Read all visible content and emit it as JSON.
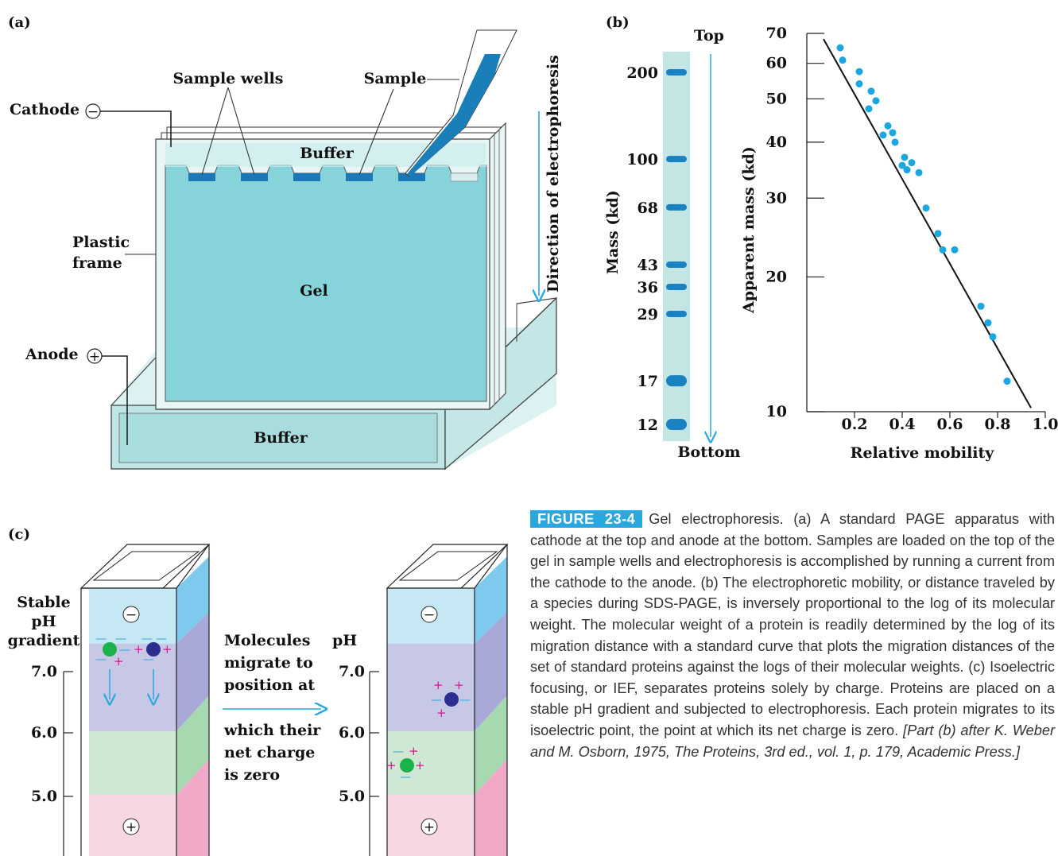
{
  "panel_a": {
    "label": "(a)",
    "cathode": "Cathode",
    "anode": "Anode",
    "minus_sign": "−",
    "plus_sign": "+",
    "sample_wells": "Sample wells",
    "sample": "Sample",
    "buffer_top": "Buffer",
    "buffer_bottom": "Buffer",
    "gel": "Gel",
    "plastic_frame_line1": "Plastic",
    "plastic_frame_line2": "frame",
    "direction": "Direction of electrophoresis"
  },
  "panel_b": {
    "label": "(b)",
    "top": "Top",
    "bottom": "Bottom",
    "mass_axis": "Mass (kd)",
    "bands": [
      200,
      100,
      68,
      43,
      36,
      29,
      17,
      12
    ]
  },
  "panel_c": {
    "label": "(c)",
    "stable_line1": "Stable",
    "stable_line2": "pH",
    "stable_line3": "gradient",
    "ph_label": "pH",
    "ticks": [
      "7.0",
      "6.0",
      "5.0"
    ],
    "arrow_text": [
      "Molecules",
      "migrate to",
      "position at",
      "which their",
      "net charge",
      "is zero"
    ],
    "minus_sign": "−",
    "plus_sign": "+"
  },
  "chart_data": {
    "type": "scatter",
    "title": "",
    "xlabel": "Relative mobility",
    "ylabel": "Apparent mass (kd)",
    "xlim": [
      0,
      1.0
    ],
    "ylim": [
      10,
      70
    ],
    "y_scale": "log",
    "x_ticks": [
      "0.2",
      "0.4",
      "0.6",
      "0.8",
      "1.0"
    ],
    "y_ticks": [
      70,
      60,
      50,
      40,
      30,
      20,
      10
    ],
    "points": [
      [
        0.14,
        65
      ],
      [
        0.15,
        61
      ],
      [
        0.22,
        57.5
      ],
      [
        0.22,
        54
      ],
      [
        0.27,
        52
      ],
      [
        0.26,
        47.5
      ],
      [
        0.29,
        49.5
      ],
      [
        0.32,
        41.5
      ],
      [
        0.34,
        43.5
      ],
      [
        0.36,
        42
      ],
      [
        0.37,
        40
      ],
      [
        0.41,
        37
      ],
      [
        0.4,
        35.5
      ],
      [
        0.42,
        34.7
      ],
      [
        0.44,
        36
      ],
      [
        0.47,
        34.2
      ],
      [
        0.5,
        28.5
      ],
      [
        0.55,
        25
      ],
      [
        0.57,
        23
      ],
      [
        0.62,
        23
      ],
      [
        0.73,
        17.2
      ],
      [
        0.76,
        15.8
      ],
      [
        0.78,
        14.7
      ],
      [
        0.84,
        11.7
      ]
    ],
    "fit_line": [
      [
        0.07,
        68
      ],
      [
        0.94,
        10.2
      ]
    ],
    "color": "#1aa6e0"
  },
  "caption": {
    "figure_label": "FIGURE 23-4",
    "text": "Gel electrophoresis. (a) A standard PAGE apparatus with cathode at the top and anode at the bottom. Samples are loaded on the top of the gel in sample wells and electrophoresis is accomplished by running a current from the cathode to the anode. (b) The electrophoretic mobility, or distance traveled by a species during SDS-PAGE, is inversely proportional to the log of its molecular weight. The molecular weight of a protein is readily determined by the log of its migration distance with a standard curve that plots the migration distances of the set of standard proteins against the logs of their molecular weights. (c) Isoelectric focusing, or IEF, separates proteins solely by charge. Proteins are placed on a stable pH gradient and subjected to electrophoresis. Each protein migrates to its isoelectric point, the point at which its net charge is zero.",
    "citation": "[Part (b) after K. Weber and M. Osborn, 1975, The Proteins, 3rd ed., vol. 1, p. 179, Academic Press.]"
  }
}
